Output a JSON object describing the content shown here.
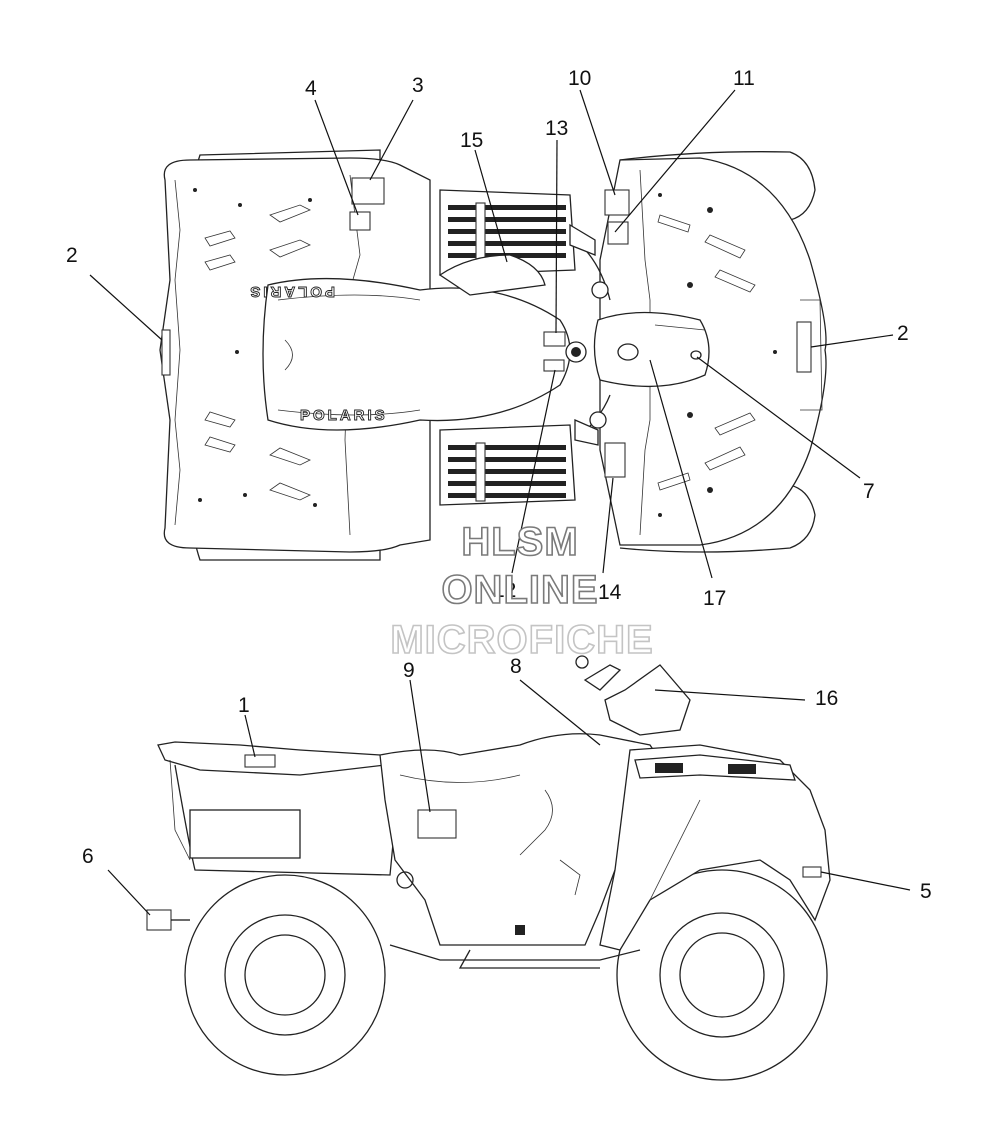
{
  "diagram": {
    "callouts": {
      "c1": "1",
      "c2a": "2",
      "c2b": "2",
      "c3": "3",
      "c4": "4",
      "c5": "5",
      "c6": "6",
      "c7": "7",
      "c8": "8",
      "c9": "9",
      "c10": "10",
      "c11": "11",
      "c12": "12",
      "c13": "13",
      "c14": "14",
      "c15": "15",
      "c16": "16",
      "c17": "17"
    },
    "brand_text": "POLARIS",
    "watermark": [
      "HLSM",
      "ONLINE",
      "MICROFICHE"
    ]
  }
}
